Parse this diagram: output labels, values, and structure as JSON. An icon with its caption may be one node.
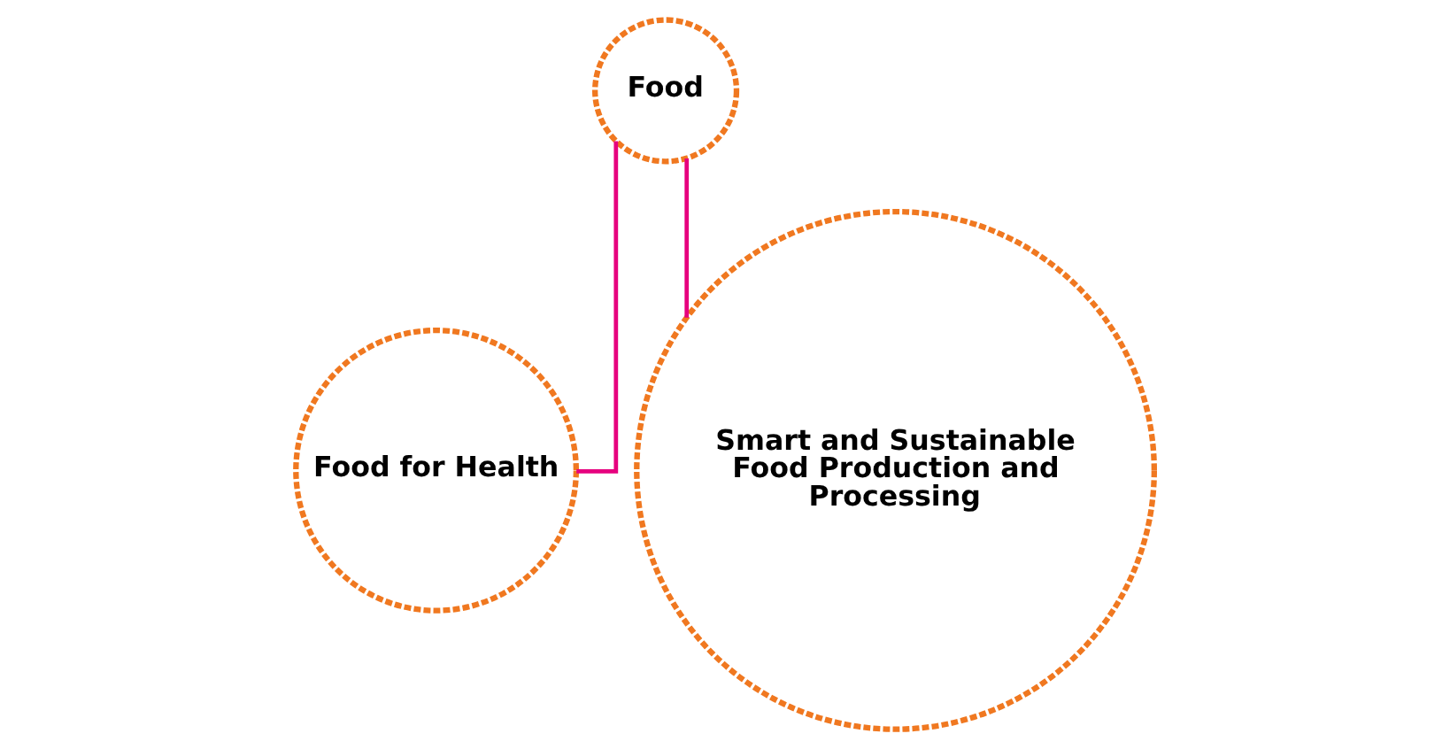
{
  "diagram": {
    "nodes": [
      {
        "text": [
          "Food"
        ]
      },
      {
        "text": [
          "Food for Health"
        ]
      },
      {
        "text": [
          "Smart and Sustainable Food Production and Processing"
        ]
      }
    ],
    "edges": [
      {
        "from": 0,
        "to": 1,
        "arrow": "none"
      },
      {
        "from": 0,
        "to": 2,
        "arrow": "none"
      }
    ]
  }
}
